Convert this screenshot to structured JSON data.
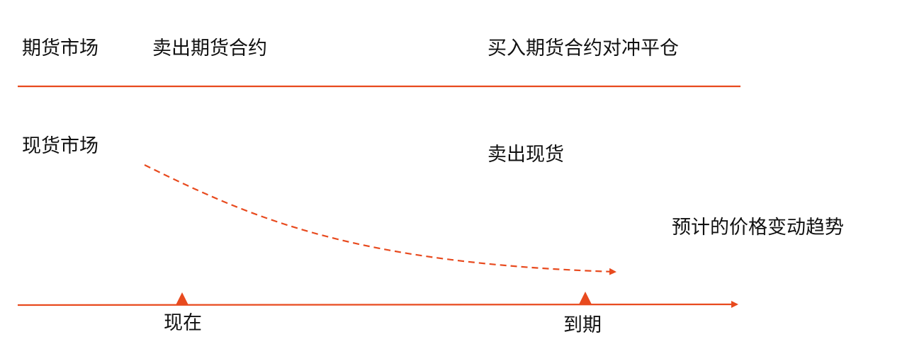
{
  "colors": {
    "accent": "#E84A1E",
    "text": "#111111",
    "background": "#FFFFFF"
  },
  "futures_row": {
    "label": "期货市场",
    "action_now": "卖出期货合约",
    "action_expiry": "买入期货合约对冲平仓"
  },
  "spot_row": {
    "label": "现货市场",
    "action_expiry": "卖出现货"
  },
  "trend": {
    "label": "预计的价格变动趋势",
    "style": "dashed-curve-arrow",
    "direction": "downward"
  },
  "timeline": {
    "markers": [
      {
        "label": "现在",
        "icon": "triangle-marker"
      },
      {
        "label": "到期",
        "icon": "triangle-marker"
      }
    ],
    "end_icon": "arrow-right"
  }
}
